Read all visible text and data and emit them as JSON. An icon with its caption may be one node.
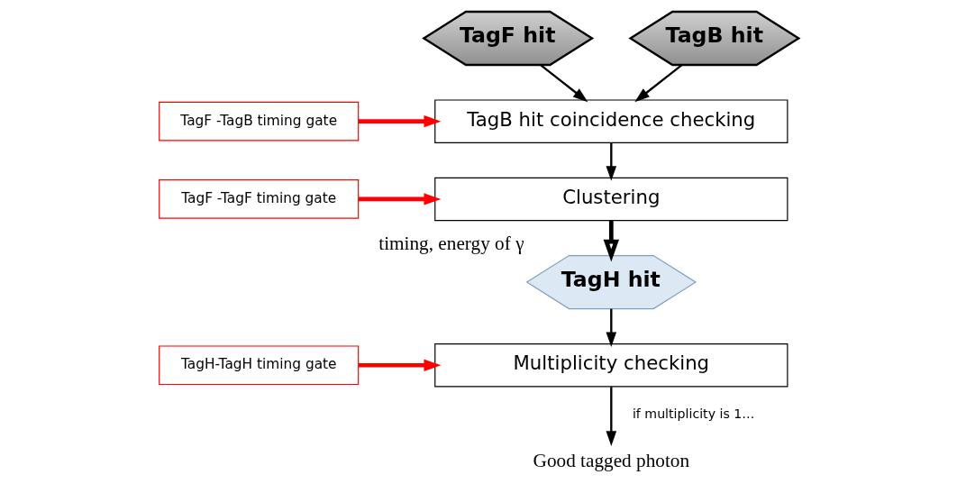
{
  "diagram": {
    "nodes": [
      {
        "text": [
          "TagF hit"
        ]
      },
      {
        "text": [
          "TagB hit"
        ]
      },
      {
        "text": [
          "TagF -TagB timing gate"
        ]
      },
      {
        "text": [
          "TagB hit coincidence checking"
        ]
      },
      {
        "text": [
          "TagF -TagF timing gate"
        ]
      },
      {
        "text": [
          "Clustering"
        ]
      },
      {
        "text": [
          "TagH hit"
        ],
        "beside": [
          "timing, energy of γ"
        ]
      },
      {
        "text": [
          "TagH-TagH timing gate"
        ]
      },
      {
        "text": [
          "Multiplicity checking"
        ]
      },
      {
        "text": [
          "Good tagged photon"
        ]
      }
    ],
    "edges": [
      {
        "from": 0,
        "to": 3,
        "arrow": "to"
      },
      {
        "from": 1,
        "to": 3,
        "arrow": "to"
      },
      {
        "from": 2,
        "to": 3,
        "arrow": "to",
        "style": "thick",
        "color": "#ff0000"
      },
      {
        "from": 3,
        "to": 5,
        "arrow": "to"
      },
      {
        "from": 4,
        "to": 5,
        "arrow": "to",
        "style": "thick",
        "color": "#ff0000"
      },
      {
        "from": 5,
        "to": 6,
        "arrow": "to",
        "style": "thick"
      },
      {
        "from": 6,
        "to": 8,
        "arrow": "to"
      },
      {
        "from": 7,
        "to": 8,
        "arrow": "to",
        "style": "thick",
        "color": "#ff0000"
      },
      {
        "from": 8,
        "to": 9,
        "arrow": "to",
        "label": "if multiplicity is 1…"
      }
    ]
  }
}
